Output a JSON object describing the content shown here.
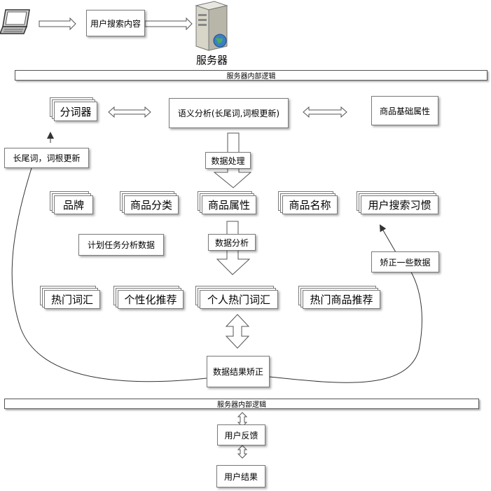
{
  "top": {
    "search_label": "用户搜索内容",
    "server_label": "服务器",
    "server_bar_top": "服务器内部逻辑"
  },
  "row1": {
    "tokenizer": "分词器",
    "semantic": "语义分析(长尾词,词根更新)",
    "product_basic": "商品基础属性"
  },
  "left_note": "长尾词，词根更新",
  "data_processing": "数据处理",
  "row2": [
    "品牌",
    "商品分类",
    "商品属性",
    "商品名称",
    "用户搜索习惯"
  ],
  "plan_task": "计划任务分析数据",
  "data_analysis": "数据分析",
  "right_note": "矫正一些数据",
  "row3": [
    "热门词汇",
    "个性化推荐",
    "个人热门词汇",
    "热门商品推荐"
  ],
  "result_correct": "数据结果矫正",
  "server_bar_bottom": "服务器内部逻辑",
  "feedback": "用户反馈",
  "user_result": "用户结果"
}
